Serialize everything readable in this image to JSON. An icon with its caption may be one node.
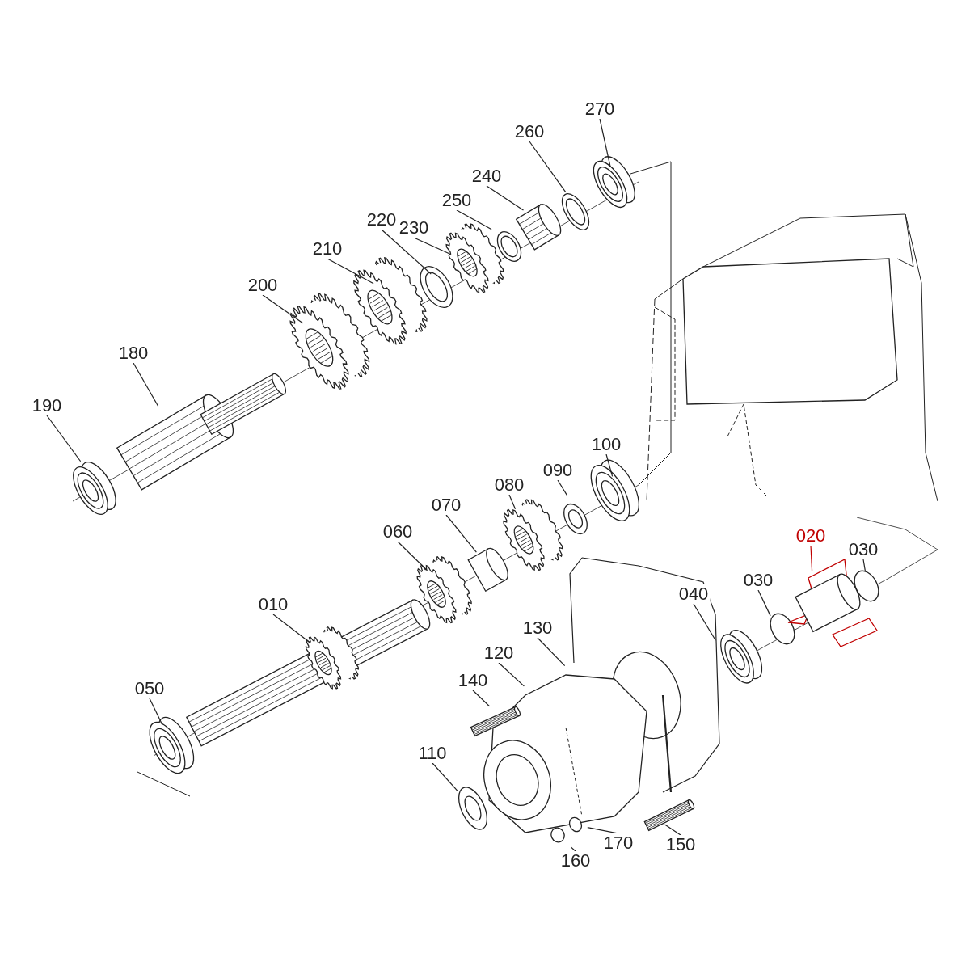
{
  "diagram": {
    "nodes": [
      {
        "text": [
          "270"
        ]
      },
      {
        "text": [
          "260"
        ]
      },
      {
        "text": [
          "240"
        ]
      },
      {
        "text": [
          "250"
        ]
      },
      {
        "text": [
          "230"
        ]
      },
      {
        "text": [
          "220"
        ]
      },
      {
        "text": [
          "210"
        ]
      },
      {
        "text": [
          "200"
        ]
      },
      {
        "text": [
          "180"
        ]
      },
      {
        "text": [
          "190"
        ]
      },
      {
        "text": [
          "100"
        ]
      },
      {
        "text": [
          "090"
        ]
      },
      {
        "text": [
          "080"
        ]
      },
      {
        "text": [
          "070"
        ]
      },
      {
        "text": [
          "020"
        ]
      },
      {
        "text": [
          "030"
        ]
      },
      {
        "text": [
          "060"
        ]
      },
      {
        "text": [
          "030"
        ]
      },
      {
        "text": [
          "040"
        ]
      },
      {
        "text": [
          "010"
        ]
      },
      {
        "text": [
          "130"
        ]
      },
      {
        "text": [
          "120"
        ]
      },
      {
        "text": [
          "140"
        ]
      },
      {
        "text": [
          "050"
        ]
      },
      {
        "text": [
          "110"
        ]
      },
      {
        "text": [
          "150"
        ]
      },
      {
        "text": [
          "170"
        ]
      },
      {
        "text": [
          "160"
        ]
      }
    ],
    "edges": [
      {
        "from": 0,
        "to": null,
        "arrow": "none"
      },
      {
        "from": 1,
        "to": null,
        "arrow": "none"
      },
      {
        "from": 2,
        "to": null,
        "arrow": "none"
      },
      {
        "from": 3,
        "to": null,
        "arrow": "none"
      },
      {
        "from": 4,
        "to": null,
        "arrow": "none"
      },
      {
        "from": 5,
        "to": null,
        "arrow": "none"
      },
      {
        "from": 6,
        "to": null,
        "arrow": "none"
      },
      {
        "from": 7,
        "to": null,
        "arrow": "none"
      },
      {
        "from": 8,
        "to": null,
        "arrow": "none"
      },
      {
        "from": 9,
        "to": null,
        "arrow": "none"
      },
      {
        "from": 10,
        "to": null,
        "arrow": "none"
      },
      {
        "from": 11,
        "to": null,
        "arrow": "none"
      },
      {
        "from": 12,
        "to": null,
        "arrow": "none"
      },
      {
        "from": 13,
        "to": null,
        "arrow": "none"
      },
      {
        "from": 14,
        "to": null,
        "arrow": "none",
        "color": "#c00000"
      },
      {
        "from": 15,
        "to": null,
        "arrow": "none"
      },
      {
        "from": 16,
        "to": null,
        "arrow": "none"
      },
      {
        "from": 17,
        "to": null,
        "arrow": "none"
      },
      {
        "from": 18,
        "to": null,
        "arrow": "none"
      },
      {
        "from": 19,
        "to": null,
        "arrow": "none"
      },
      {
        "from": 20,
        "to": null,
        "arrow": "none"
      },
      {
        "from": 21,
        "to": null,
        "arrow": "none"
      },
      {
        "from": 22,
        "to": null,
        "arrow": "none"
      },
      {
        "from": 23,
        "to": null,
        "arrow": "none"
      },
      {
        "from": 24,
        "to": null,
        "arrow": "none"
      },
      {
        "from": 25,
        "to": null,
        "arrow": "none"
      },
      {
        "from": 26,
        "to": null,
        "arrow": "none"
      },
      {
        "from": 27,
        "to": null,
        "arrow": "none"
      }
    ]
  }
}
